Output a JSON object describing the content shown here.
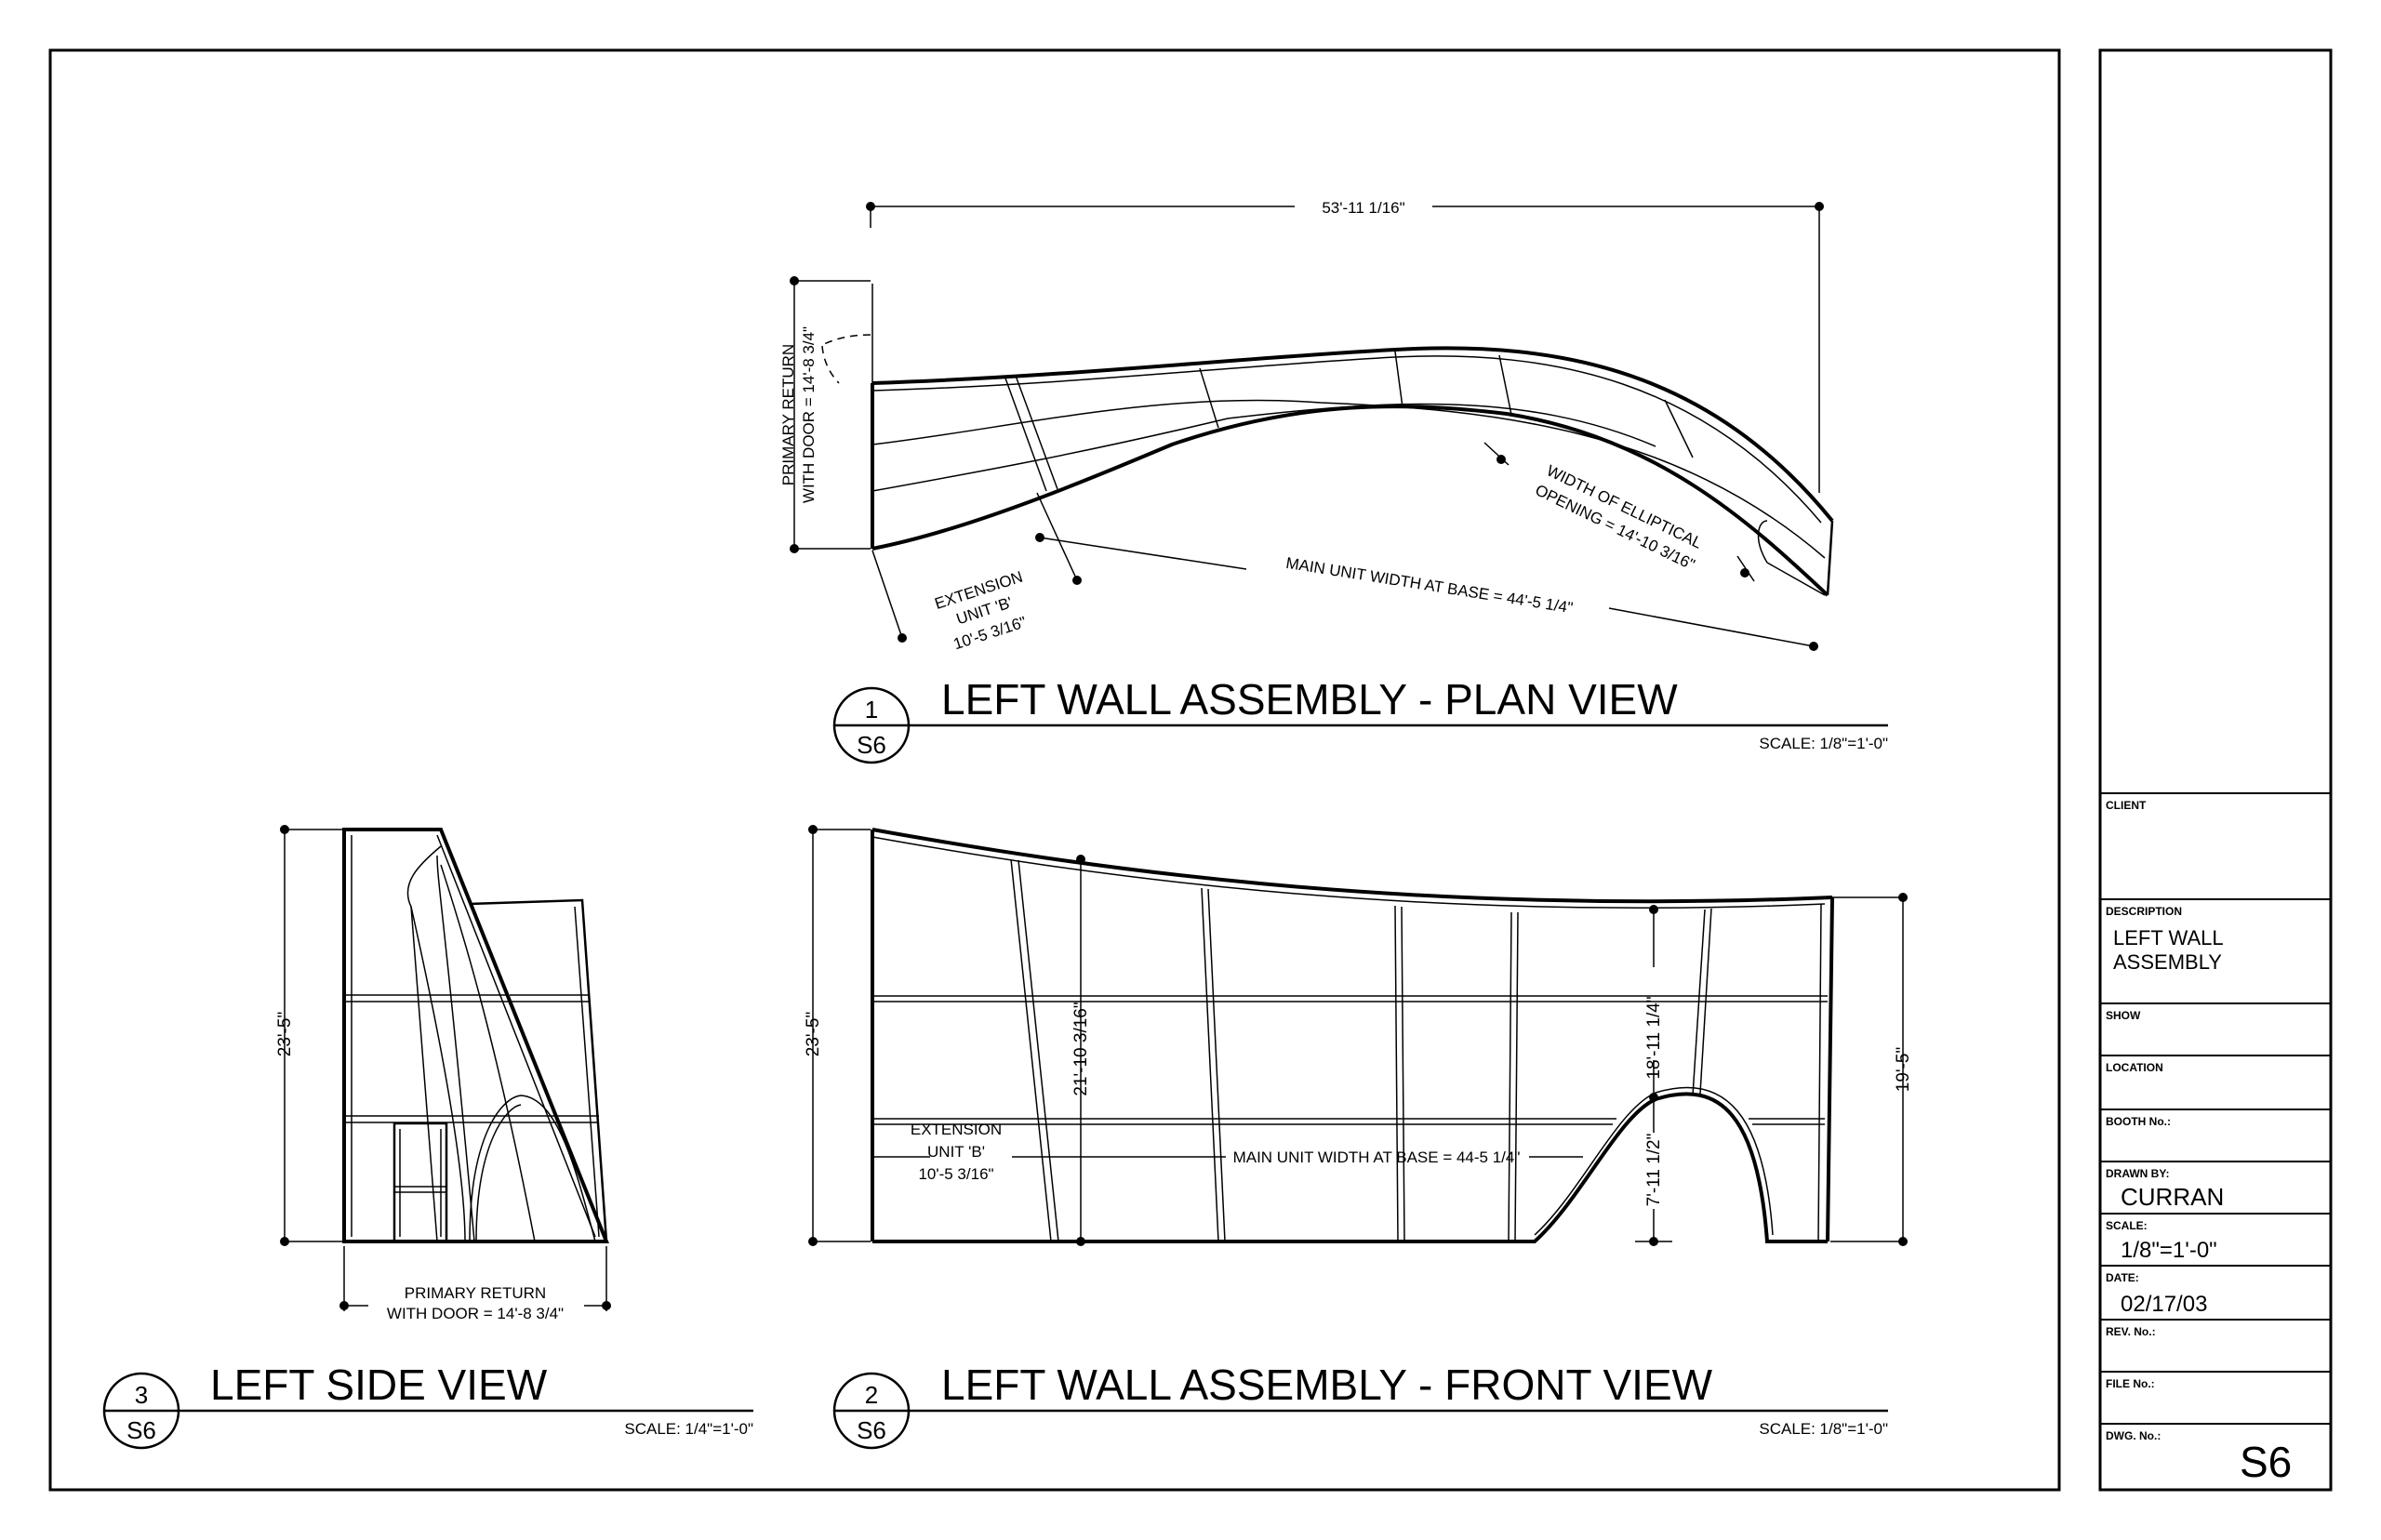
{
  "views": {
    "plan": {
      "number": "1",
      "sheet_ref": "S6",
      "title": "LEFT WALL ASSEMBLY - PLAN VIEW",
      "scale": "SCALE: 1/8\"=1'-0\"",
      "dims": {
        "overall": "53'-11 1/16\"",
        "return_line1": "PRIMARY RETURN",
        "return_line2": "WITH DOOR = 14'-8 3/4\"",
        "ext_line1": "EXTENSION",
        "ext_line2": "UNIT 'B'",
        "ext_line3": "10'-5 3/16\"",
        "main_width": "MAIN UNIT WIDTH AT BASE = 44'-5 1/4\"",
        "ellip_line1": "WIDTH OF ELLIPTICAL",
        "ellip_line2": "OPENING = 14'-10 3/16\""
      }
    },
    "front": {
      "number": "2",
      "sheet_ref": "S6",
      "title": "LEFT WALL ASSEMBLY - FRONT VIEW",
      "scale": "SCALE: 1/8\"=1'-0\"",
      "dims": {
        "height_left": "23'-5\"",
        "height_right": "19'-5\"",
        "height_inner_a": "21'-10 3/16\"",
        "height_inner_b": "18'-11 1/4\"",
        "arch_height": "7'-11 1/2\"",
        "ext_line1": "EXTENSION",
        "ext_line2": "UNIT 'B'",
        "ext_line3": "10'-5 3/16\"",
        "main_width": "MAIN UNIT WIDTH AT BASE = 44-5 1/4\""
      }
    },
    "side": {
      "number": "3",
      "sheet_ref": "S6",
      "title": "LEFT SIDE VIEW",
      "scale": "SCALE: 1/4\"=1'-0\"",
      "dims": {
        "height": "23'-5\"",
        "return_line1": "PRIMARY RETURN",
        "return_line2": "WITH DOOR = 14'-8 3/4\""
      }
    }
  },
  "title_block": {
    "client_label": "CLIENT",
    "client_value": "",
    "description_label": "DESCRIPTION",
    "description_line1": "LEFT WALL",
    "description_line2": "ASSEMBLY",
    "show_label": "SHOW",
    "location_label": "LOCATION",
    "booth_label": "BOOTH No.:",
    "drawn_by_label": "DRAWN BY:",
    "drawn_by_value": "CURRAN",
    "scale_label": "SCALE:",
    "scale_value": "1/8\"=1'-0\"",
    "date_label": "DATE:",
    "date_value": "02/17/03",
    "rev_label": "REV. No.:",
    "file_label": "FILE No.:",
    "dwg_label": "DWG. No.:",
    "dwg_value": "S6"
  }
}
